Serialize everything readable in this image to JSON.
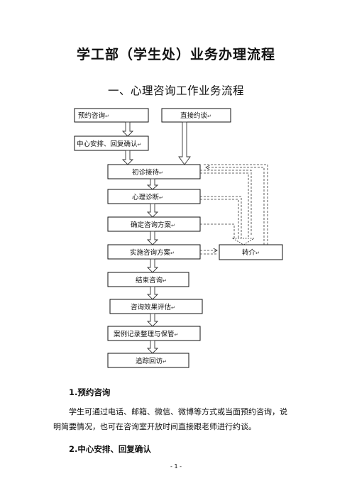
{
  "doc": {
    "title": "学工部（学生处）业务办理流程",
    "section_title": "一、心理咨询工作业务流程",
    "return_mark": "↵",
    "flow": {
      "appointment": "预约咨询",
      "walkin": "直接约谈",
      "arrange": "中心安排、回复确认",
      "intake": "初诊接待",
      "diagnosis": "心理诊断",
      "plan": "确定咨询方案",
      "implement": "实施咨询方案",
      "referral": "转介",
      "end": "结束咨询",
      "evaluate": "咨询效果评估",
      "records": "案例记录整理与保管",
      "followup": "追踪回访"
    },
    "sections": [
      {
        "heading": "1.预约咨询",
        "body_line1": "学生可通过电话、邮箱、微信、微博等方式或当面预约咨询，说",
        "body_line2": "明简要情况，也可在咨询室开放时间直接跟老师进行约谈。"
      },
      {
        "heading": "2.中心安排、回复确认"
      }
    ],
    "page_number": "- 1 -"
  }
}
